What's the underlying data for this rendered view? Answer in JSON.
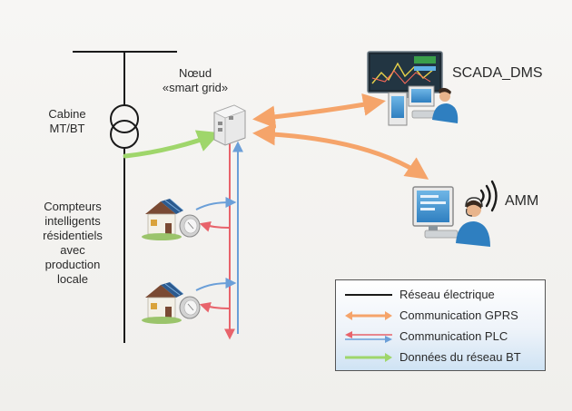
{
  "labels": {
    "node": [
      "Nœud",
      "«smart grid»"
    ],
    "cabin": [
      "Cabine",
      "MT/BT"
    ],
    "meters": [
      "Compteurs",
      "intelligents",
      "résidentiels",
      "avec",
      "production",
      "locale"
    ],
    "scada": "SCADA_DMS",
    "amm": "AMM"
  },
  "legend": [
    {
      "label": "Réseau électrique",
      "kind": "line",
      "color": "#1a1a1a"
    },
    {
      "label": "Communication GPRS",
      "kind": "arrow",
      "color": "#f5a46a"
    },
    {
      "label": "Communication PLC",
      "kind": "bi-arrow",
      "colors": [
        "#e8636b",
        "#6b9fd8"
      ]
    },
    {
      "label": "Données du réseau BT",
      "kind": "arrow",
      "color": "#9fd66b"
    }
  ],
  "colors": {
    "grid": "#1a1a1a",
    "gprs": "#f5a46a",
    "plc_red": "#e8636b",
    "plc_blue": "#6b9fd8",
    "lv_data": "#9fd66b"
  }
}
